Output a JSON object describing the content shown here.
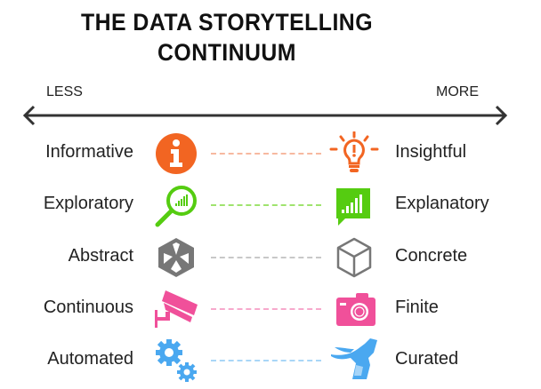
{
  "title": {
    "line1": "THE DATA STORYTELLING",
    "line2": "CONTINUUM"
  },
  "scale": {
    "less": "LESS",
    "more": "MORE"
  },
  "rows": [
    {
      "left": "Informative",
      "right": "Insightful",
      "color": "#f26522",
      "left_icon": "info-icon",
      "right_icon": "lightbulb-icon"
    },
    {
      "left": "Exploratory",
      "right": "Explanatory",
      "color": "#55cc11",
      "left_icon": "magnifier-chart-icon",
      "right_icon": "chart-speech-bubble-icon"
    },
    {
      "left": "Abstract",
      "right": "Concrete",
      "color": "#777777",
      "left_icon": "abstract-cube-icon",
      "right_icon": "cube-icon"
    },
    {
      "left": "Continuous",
      "right": "Finite",
      "color": "#f0509a",
      "left_icon": "security-camera-icon",
      "right_icon": "camera-icon"
    },
    {
      "left": "Automated",
      "right": "Curated",
      "color": "#4aa8f0",
      "left_icon": "gears-icon",
      "right_icon": "hand-holding-bird-icon"
    }
  ]
}
